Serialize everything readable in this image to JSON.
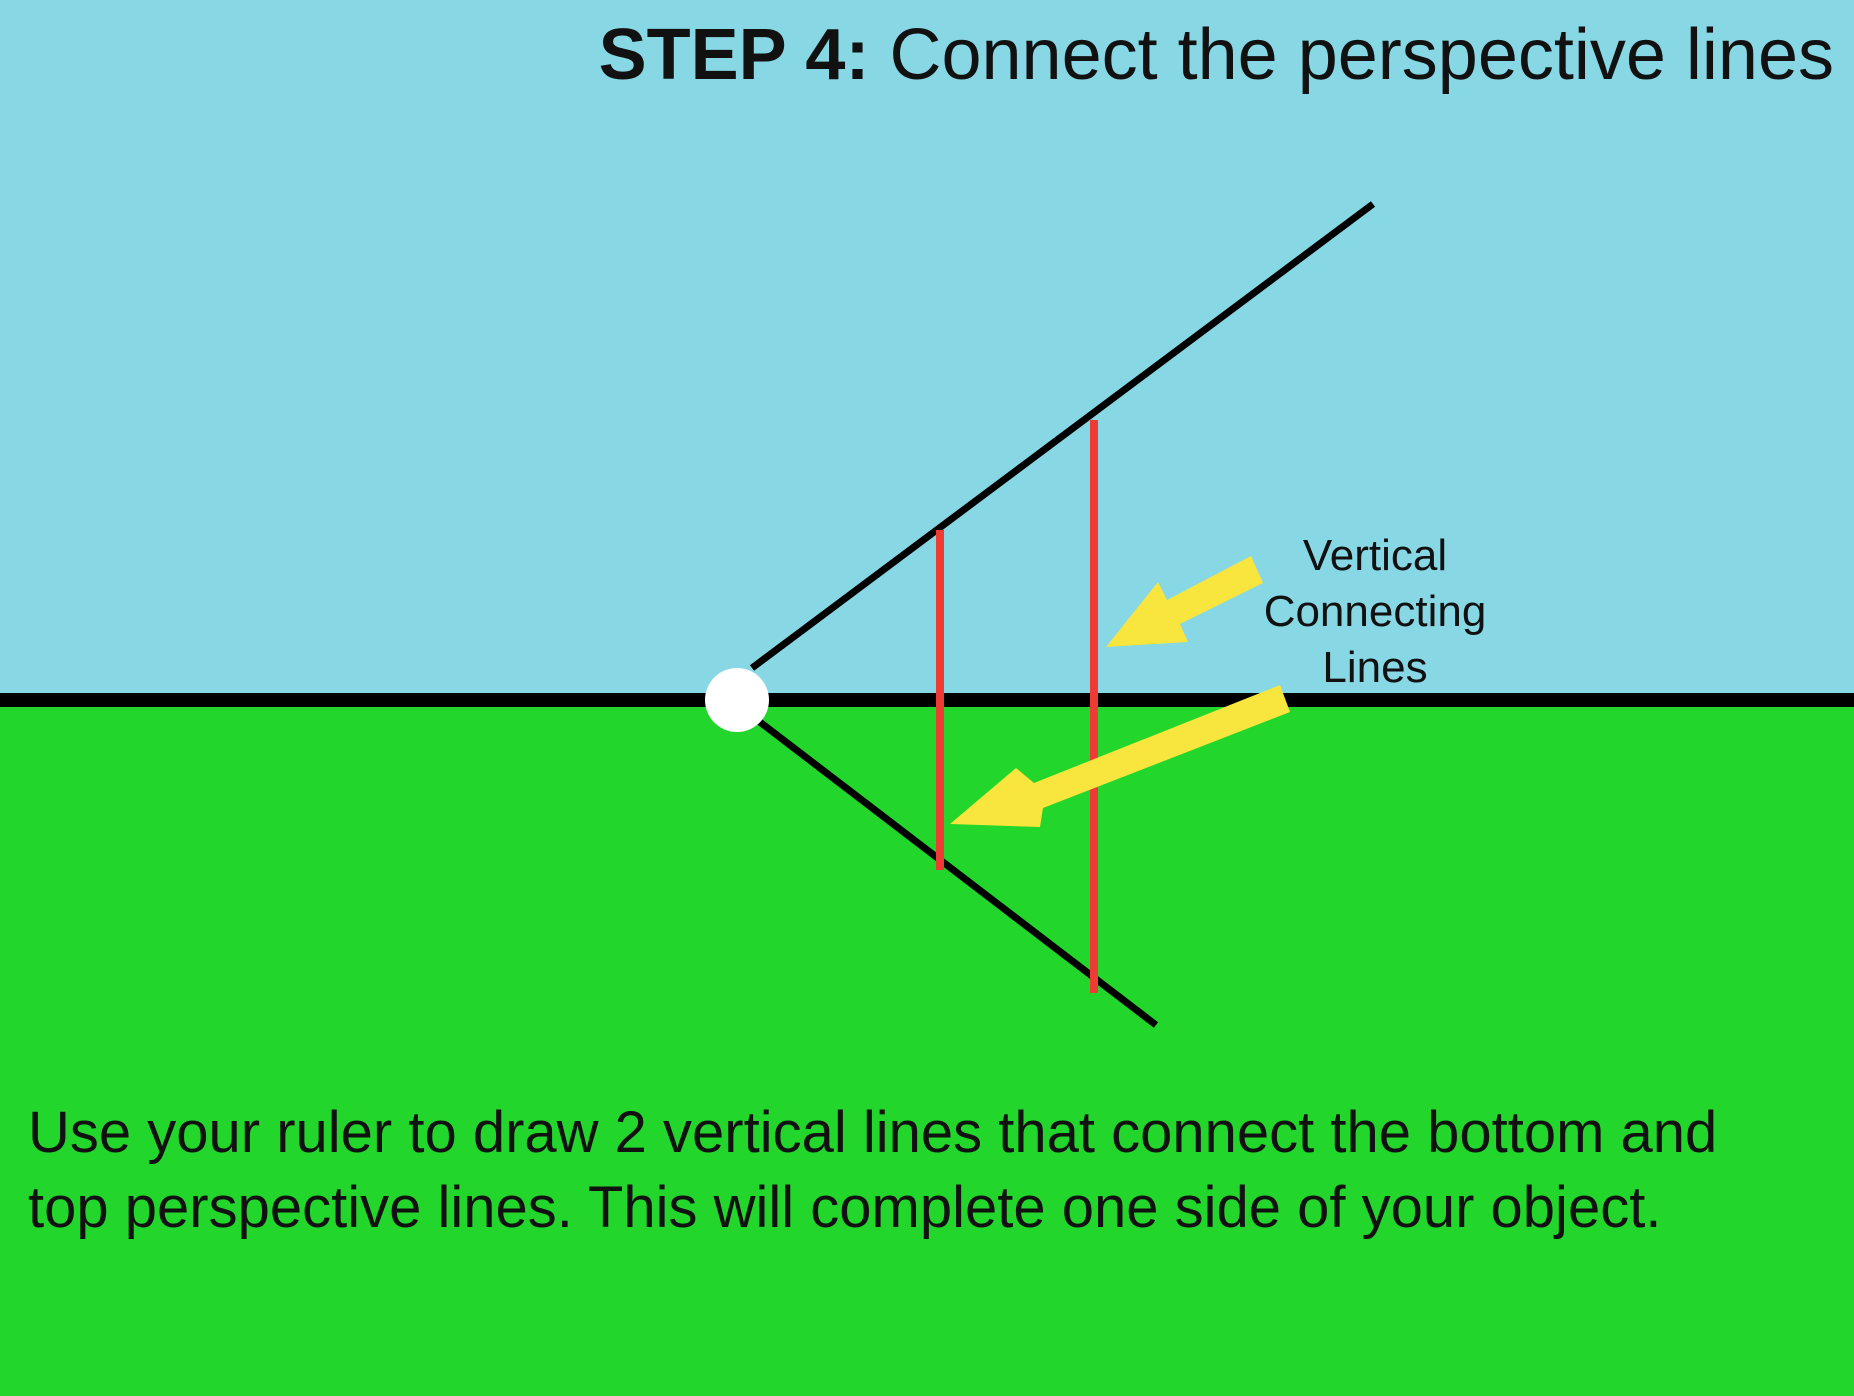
{
  "title": {
    "step": "STEP 4:",
    "text": "Connect the perspective lines"
  },
  "callout": {
    "line1": "Vertical",
    "line2": "Connecting",
    "line3": "Lines"
  },
  "instructions": "Use your ruler to draw 2 vertical lines that connect the bottom and top perspective lines. This will complete one side of your object.",
  "colors": {
    "sky": "#87D8E4",
    "ground": "#22D62C",
    "horizon": "#000000",
    "perspective_lines": "#000000",
    "vertical_lines": "#EE3B33",
    "arrows": "#F8E53D",
    "vanishing_point": "#FFFFFF"
  }
}
